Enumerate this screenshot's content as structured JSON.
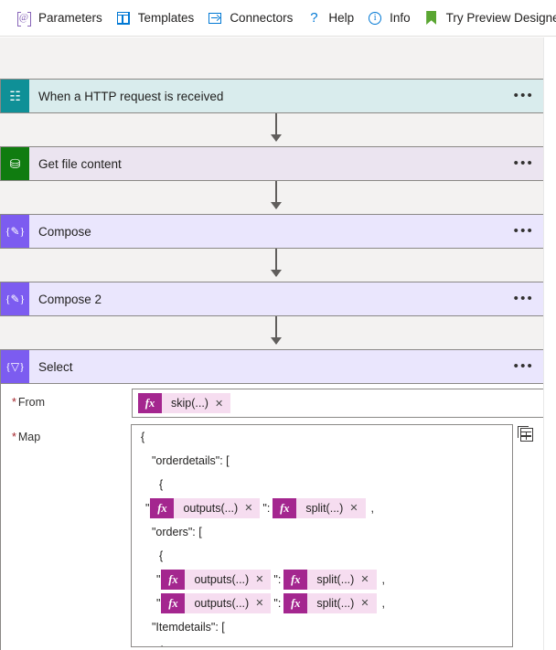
{
  "commandbar": {
    "items": [
      {
        "label": "Parameters",
        "icon": "parameters-icon",
        "glyph": "@"
      },
      {
        "label": "Templates",
        "icon": "templates-icon"
      },
      {
        "label": "Connectors",
        "icon": "connectors-icon"
      },
      {
        "label": "Help",
        "icon": "help-icon",
        "glyph": "?"
      },
      {
        "label": "Info",
        "icon": "info-icon",
        "glyph": "i"
      },
      {
        "label": "Try Preview Designer",
        "icon": "bookmark-icon"
      }
    ]
  },
  "workflow": {
    "cards": [
      {
        "title": "When a HTTP request is received",
        "icon": "http-request-icon",
        "glyph": "☷",
        "badge_color": "#0f9097",
        "body_color": "#d9eced",
        "menu": "•••"
      },
      {
        "title": "Get file content",
        "icon": "sharepoint-icon",
        "glyph": "⛁",
        "badge_color": "#107c10",
        "body_color": "#ebe4f0",
        "menu": "•••"
      },
      {
        "title": "Compose",
        "icon": "compose-icon",
        "glyph": "{✎}",
        "badge_color": "#7c5cf0",
        "body_color": "#eae6fd",
        "menu": "•••"
      },
      {
        "title": "Compose 2",
        "icon": "compose-icon",
        "glyph": "{✎}",
        "badge_color": "#7c5cf0",
        "body_color": "#eae6fd",
        "menu": "•••"
      },
      {
        "title": "Select",
        "icon": "select-icon",
        "glyph": "{▽}",
        "badge_color": "#7c5cf0",
        "body_color": "#eae6fd",
        "menu": "•••"
      }
    ]
  },
  "select_action": {
    "from": {
      "label": "From",
      "required_mark": "*",
      "token": {
        "fx": "fx",
        "text": "skip(...)",
        "remove": "✕"
      }
    },
    "map": {
      "label": "Map",
      "required_mark": "*",
      "view_toggle_icon": "table-view-icon",
      "lines": [
        {
          "type": "text",
          "text": "{",
          "indent": 0
        },
        {
          "type": "text",
          "text": "\"orderdetails\": [",
          "indent": 1
        },
        {
          "type": "text",
          "text": "{",
          "indent": 2
        },
        {
          "type": "pair",
          "indent": 1,
          "key": {
            "fx": "fx",
            "text": "outputs(...)",
            "remove": "✕"
          },
          "value": {
            "fx": "fx",
            "text": "split(...)",
            "remove": "✕"
          },
          "sep": "\":",
          "lead": "\"",
          "trail": ","
        },
        {
          "type": "text",
          "text": "\"orders\": [",
          "indent": 1
        },
        {
          "type": "text",
          "text": "{",
          "indent": 2
        },
        {
          "type": "pair",
          "indent": 2,
          "key": {
            "fx": "fx",
            "text": "outputs(...)",
            "remove": "✕"
          },
          "value": {
            "fx": "fx",
            "text": "split(...)",
            "remove": "✕"
          },
          "sep": "\":",
          "lead": "\"",
          "trail": ","
        },
        {
          "type": "pair",
          "indent": 2,
          "key": {
            "fx": "fx",
            "text": "outputs(...)",
            "remove": "✕"
          },
          "value": {
            "fx": "fx",
            "text": "split(...)",
            "remove": "✕"
          },
          "sep": "\":",
          "lead": "\"",
          "trail": ","
        },
        {
          "type": "text",
          "text": "\"Itemdetails\": [",
          "indent": 2
        },
        {
          "type": "text",
          "text": "{",
          "indent": 3
        }
      ]
    }
  }
}
